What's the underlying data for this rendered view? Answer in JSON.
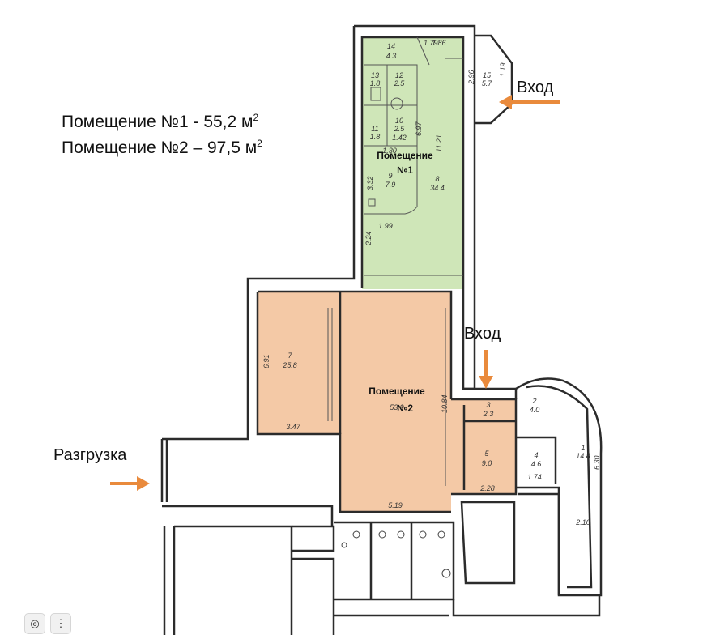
{
  "legend": {
    "room1_text": "Помещение №1 - 55,2 м",
    "room2_text": "Помещение №2 – 97,5 м",
    "sq": "2"
  },
  "callouts": {
    "entrance_top": "Вход",
    "entrance_middle": "Вход",
    "unloading": "Разгрузка"
  },
  "rooms": {
    "room1_label_line1": "Помещение",
    "room1_label_line2": "№1",
    "room2_label_line1": "Помещение",
    "room2_label_line2": "№2"
  },
  "dimensions": [
    {
      "id": "r14",
      "text": "14"
    },
    {
      "id": "a14",
      "text": "4.3"
    },
    {
      "id": "d179",
      "text": "1.79"
    },
    {
      "id": "d186",
      "text": "1.86"
    },
    {
      "id": "r13",
      "text": "13"
    },
    {
      "id": "a13",
      "text": "1.8"
    },
    {
      "id": "r12",
      "text": "12"
    },
    {
      "id": "a12",
      "text": "2.5"
    },
    {
      "id": "r11",
      "text": "11"
    },
    {
      "id": "a11",
      "text": "1.8"
    },
    {
      "id": "r10",
      "text": "10"
    },
    {
      "id": "a10",
      "text": "2.5"
    },
    {
      "id": "d142",
      "text": "1.42"
    },
    {
      "id": "d130",
      "text": "1.30"
    },
    {
      "id": "d697",
      "text": "6.97"
    },
    {
      "id": "d1121",
      "text": "11.21"
    },
    {
      "id": "r9",
      "text": "9"
    },
    {
      "id": "a9",
      "text": "7.9"
    },
    {
      "id": "d332",
      "text": "3.32"
    },
    {
      "id": "r8",
      "text": "8"
    },
    {
      "id": "a8",
      "text": "34.4"
    },
    {
      "id": "d199",
      "text": "1.99"
    },
    {
      "id": "d224",
      "text": "2.24"
    },
    {
      "id": "r15",
      "text": "15"
    },
    {
      "id": "a15",
      "text": "5.7"
    },
    {
      "id": "d296",
      "text": "2.96"
    },
    {
      "id": "d119",
      "text": "1.19"
    },
    {
      "id": "d691",
      "text": "6.91"
    },
    {
      "id": "r7",
      "text": "7"
    },
    {
      "id": "a7",
      "text": "25.8"
    },
    {
      "id": "d347",
      "text": "3.47"
    },
    {
      "id": "a6",
      "text": "53.9"
    },
    {
      "id": "d1084",
      "text": "10.84"
    },
    {
      "id": "d519",
      "text": "5.19"
    },
    {
      "id": "r3",
      "text": "3"
    },
    {
      "id": "a3",
      "text": "2.3"
    },
    {
      "id": "r2",
      "text": "2"
    },
    {
      "id": "a2",
      "text": "4.0"
    },
    {
      "id": "r5",
      "text": "5"
    },
    {
      "id": "a5",
      "text": "9.0"
    },
    {
      "id": "d228",
      "text": "2.28"
    },
    {
      "id": "r4",
      "text": "4"
    },
    {
      "id": "a4",
      "text": "4.6"
    },
    {
      "id": "d174",
      "text": "1.74"
    },
    {
      "id": "r1",
      "text": "1"
    },
    {
      "id": "a1",
      "text": "14.8"
    },
    {
      "id": "d630",
      "text": "6.30"
    },
    {
      "id": "d210",
      "text": "2.10"
    }
  ],
  "colors": {
    "room1_fill": "#cfe6b8",
    "room2_fill": "#f4c9a6",
    "arrow": "#e98a3c",
    "wall": "#2b2b2b"
  },
  "toolbar": {
    "camera_icon": "camera-icon",
    "more_icon": "more-icon"
  }
}
